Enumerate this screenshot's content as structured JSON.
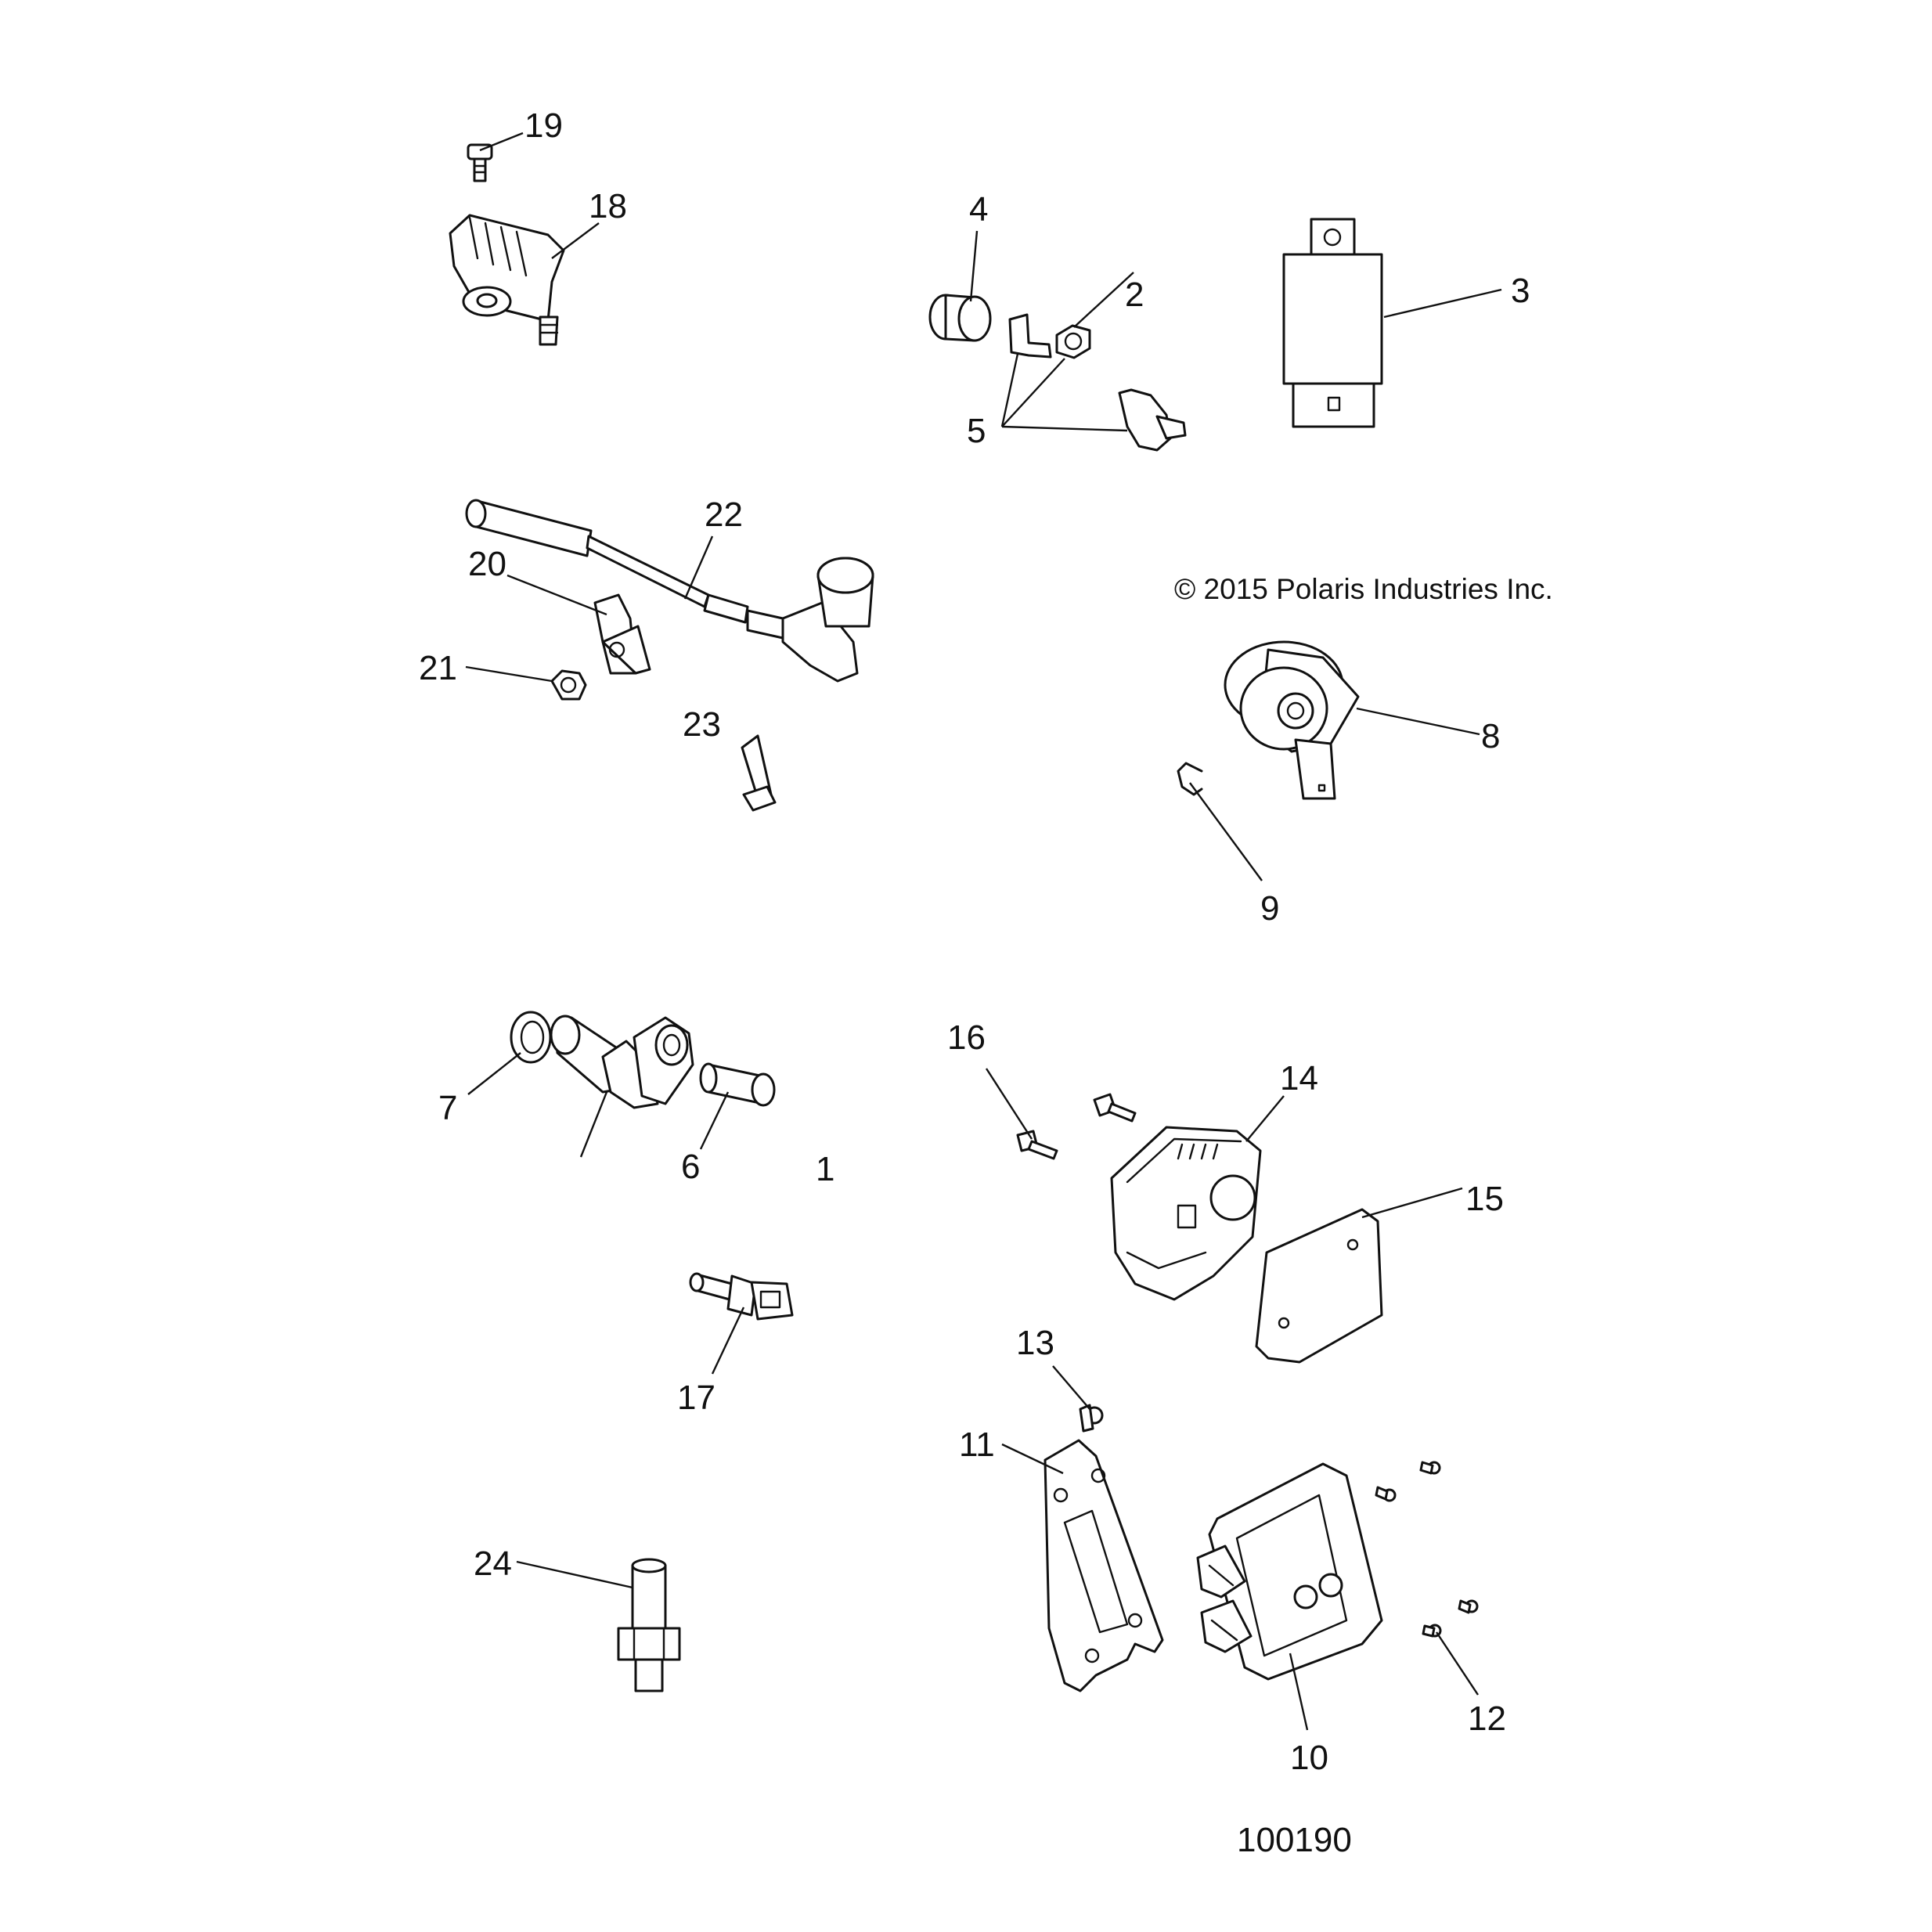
{
  "copyright": "© 2015 Polaris Industries Inc.",
  "figure_number": "100190",
  "callouts": [
    "1",
    "2",
    "3",
    "4",
    "5",
    "6",
    "7",
    "8",
    "9",
    "10",
    "11",
    "12",
    "13",
    "14",
    "15",
    "16",
    "17",
    "18",
    "19",
    "20",
    "21",
    "22",
    "23",
    "24"
  ]
}
